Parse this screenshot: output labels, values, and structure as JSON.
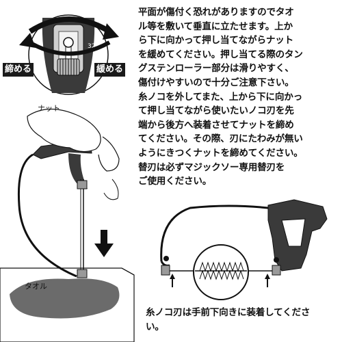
{
  "text": {
    "main_lines": [
      "平面が傷付く恐れがありますのでタオ",
      "ル等を敷いて垂直に立たせます。上か",
      "ら下に向かって押し当てながらナット",
      "を緩めてください。押し当てる際のタン",
      "グステンローラー部分は滑りやすく、",
      "傷付けやすいので十分ご注意下さい。",
      "糸ノコを外してまた、上から下に向かっ",
      "て押し当てながら使いたいノコ刃を先",
      "端から後方へ装着させてナットを締め",
      "てください。その際、刃にたわみが無い",
      "ようにきつくナットを締めてください。",
      "替刃は必ずマジックソー専用替刃を",
      "ご使用ください。"
    ],
    "bottom_lines": [
      "糸ノコ刃は手前下向きに装着してくださ",
      "い。"
    ]
  },
  "labels": {
    "tighten": "締める",
    "loosen": "緩める",
    "nut": "ナット",
    "towel": "タオル"
  },
  "icons": {
    "rotation": "rotation-arrows-icon",
    "down": "down-arrow-icon",
    "up": "up-arrow-icon"
  },
  "colors": {
    "ink": "#111111",
    "handle": "#3a3a3a",
    "towel": "#6b6b6b",
    "metal": "#9a9a9a"
  }
}
